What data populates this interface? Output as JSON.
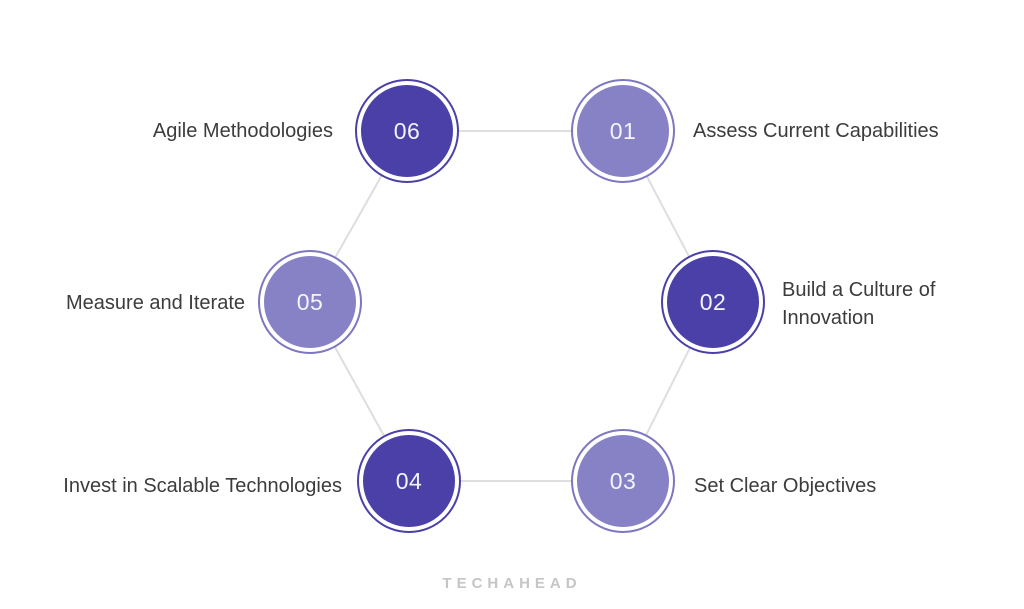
{
  "diagram": {
    "type": "cycle-hexagon",
    "nodes": [
      {
        "number": "01",
        "label": "Assess Current Capabilities",
        "tone": "light"
      },
      {
        "number": "02",
        "label": "Build a Culture of Innovation",
        "tone": "dark"
      },
      {
        "number": "03",
        "label": "Set Clear Objectives",
        "tone": "light"
      },
      {
        "number": "04",
        "label": "Invest in Scalable Technologies",
        "tone": "dark"
      },
      {
        "number": "05",
        "label": "Measure and Iterate",
        "tone": "light"
      },
      {
        "number": "06",
        "label": "Agile Methodologies",
        "tone": "dark"
      }
    ],
    "colors": {
      "dark_purple": "#4a40a8",
      "light_purple": "#8781c6",
      "connector_gray": "#dedede",
      "label_text": "#3c3c3c",
      "number_text": "#f5f4fc"
    }
  },
  "footer": {
    "brand": "TECHAHEAD"
  }
}
